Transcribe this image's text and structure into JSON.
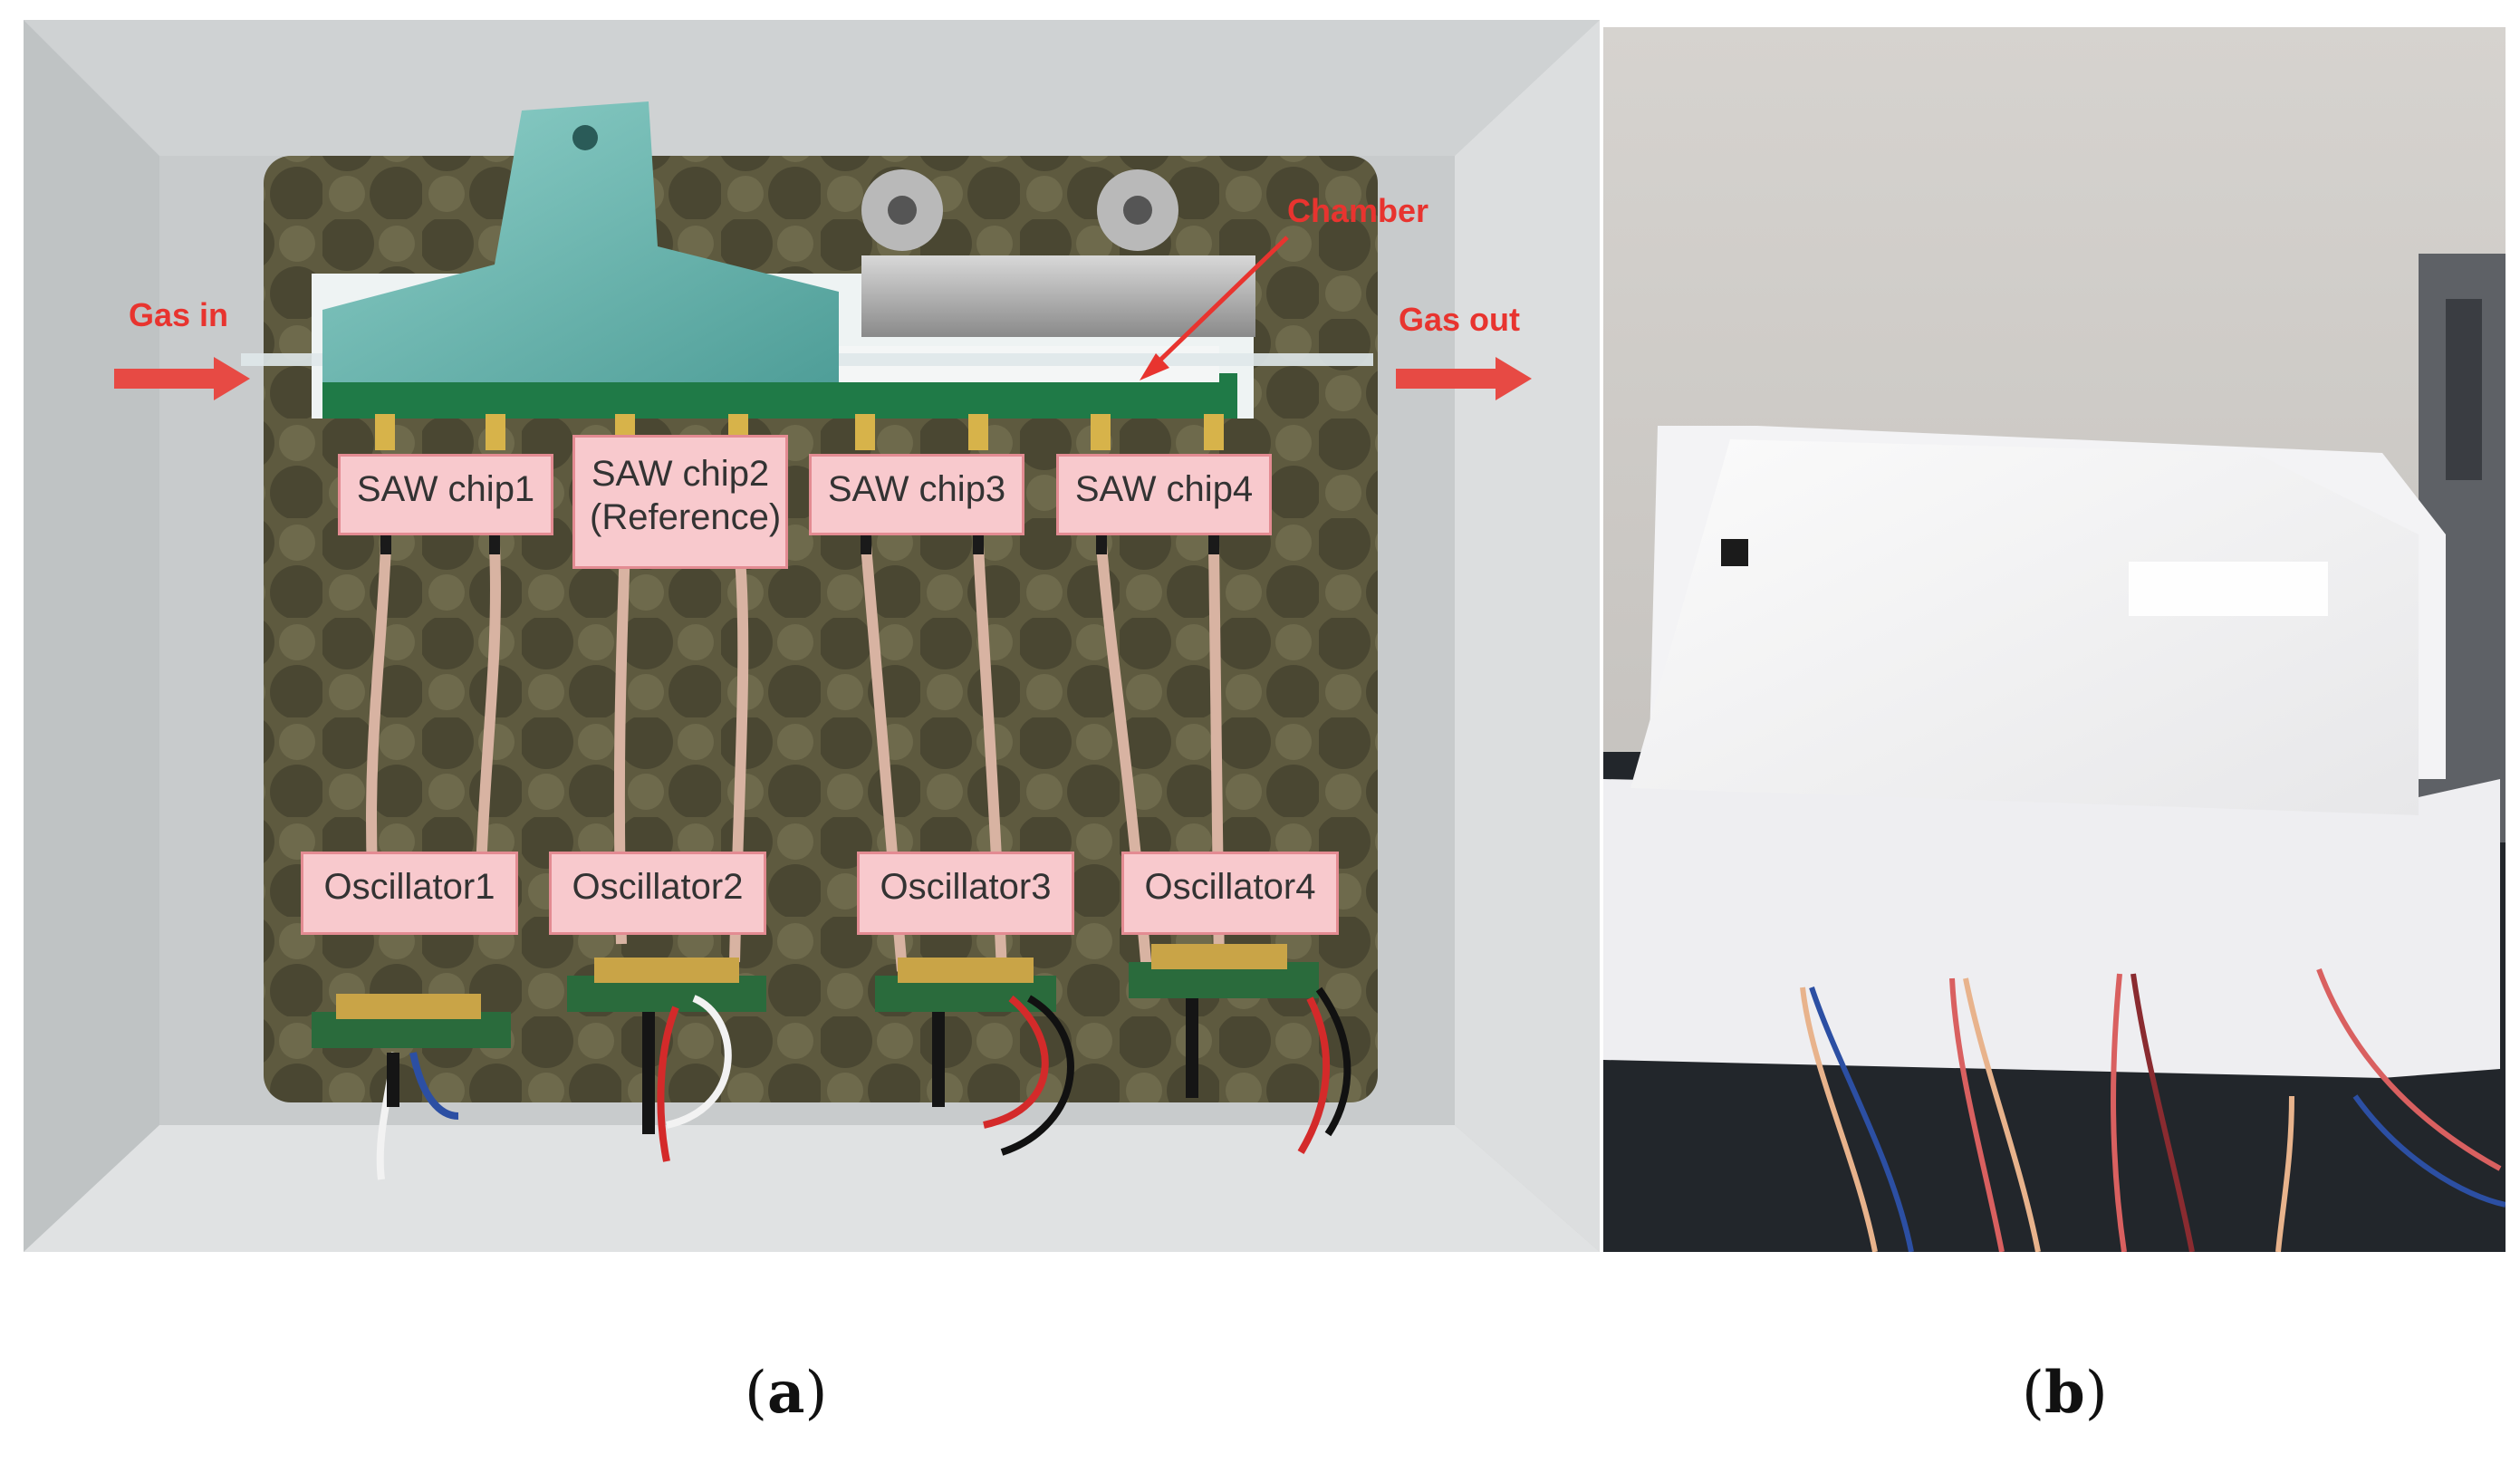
{
  "panel_a": {
    "annotations": {
      "gas_in": "Gas in",
      "gas_out": "Gas out",
      "chamber": "Chamber"
    },
    "saw_chips": [
      {
        "line1": "SAW chip1",
        "line2": ""
      },
      {
        "line1": "SAW chip2",
        "line2": "(Reference)"
      },
      {
        "line1": "SAW chip3",
        "line2": ""
      },
      {
        "line1": "SAW chip4",
        "line2": ""
      }
    ],
    "oscillators": [
      "Oscillator1",
      "Oscillator2",
      "Oscillator3",
      "Oscillator4"
    ]
  },
  "captions": {
    "a_letter": "a",
    "b_letter": "b"
  },
  "colors": {
    "label_fill": "#f8c9cd",
    "label_border": "#e38b92",
    "annotation_red": "#e8342f"
  }
}
